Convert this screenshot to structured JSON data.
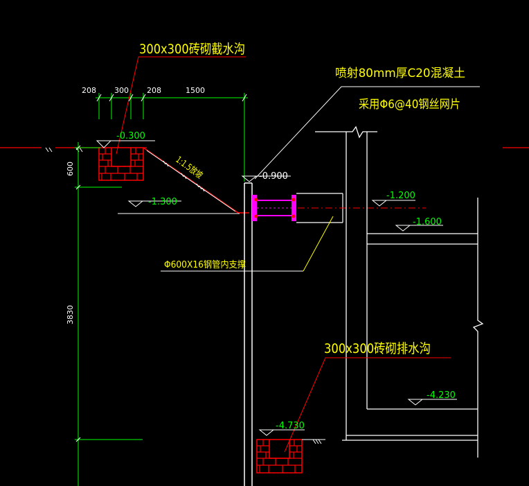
{
  "colors": {
    "background": "#000000",
    "white": "#ffffff",
    "yellow": "#ffff00",
    "green": "#00ff00",
    "red": "#ff0000",
    "magenta": "#ff00ff",
    "cyan": "#00ffff"
  },
  "labels": {
    "top_ditch": "300x300砖砌截水沟",
    "shotcrete": "喷射80mm厚C20混凝土",
    "mesh": "采用Φ6@40钢丝网片",
    "slope": "1:1.5放坡",
    "strut": "Φ600X16钢管内支撑",
    "bottom_ditch": "300x300砖砌排水沟"
  },
  "dimensions": {
    "d208a": "208",
    "d300": "300",
    "d208b": "208",
    "d1500": "1500",
    "d600": "600",
    "d3830": "3830"
  },
  "elevations": {
    "e0300": "-0.300",
    "e0900": "-0.900",
    "e1300": "-1.300",
    "e1200": "-1.200",
    "e1600": "-1.600",
    "e4230": "-4.230",
    "e4730": "-4.730"
  }
}
